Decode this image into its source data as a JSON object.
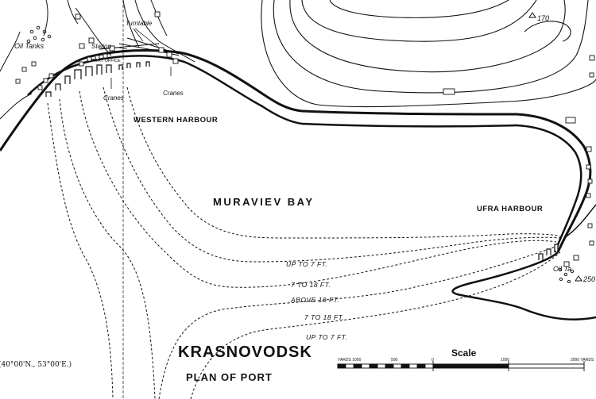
{
  "labels": {
    "oil_tanks_west": "Oil Tanks",
    "station": "Station",
    "turntable": "Turntable",
    "port_office": "PORT OFFICE",
    "cranes_east": "Cranes",
    "cranes_west": "Cranes",
    "western_harbour": "WESTERN HARBOUR",
    "muraviev_bay": "MURAVIEV BAY",
    "ufra_harbour": "UFRA HARBOUR",
    "oil_tanks_east": "Oil Ta",
    "height_170": "170",
    "height_250": "250"
  },
  "depths": {
    "up_to_7_a": "UP TO 7 FT.",
    "d7_to_18_a": "7 TO 18 FT.",
    "above_18": "ABOVE 18 FT.",
    "d7_to_18_b": "7 TO 18 FT.",
    "up_to_7_b": "UP TO 7 FT."
  },
  "title": {
    "main": "KRASNOVODSK",
    "subtitle": "PLAN OF PORT",
    "coordinates": "(40°00'N., 53°00'E.)"
  },
  "scale": {
    "label": "Scale",
    "ticks": [
      "YARDS 1000",
      "500",
      "0",
      "1000",
      "2000 YARDS"
    ]
  },
  "colors": {
    "ink": "#111111",
    "paper": "#ffffff"
  }
}
